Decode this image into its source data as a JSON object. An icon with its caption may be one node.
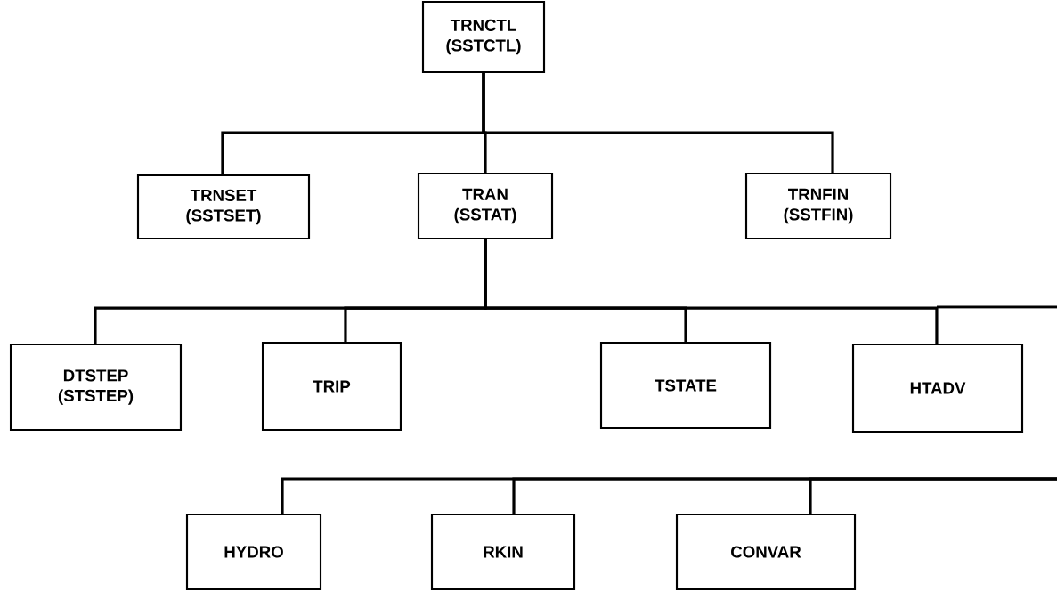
{
  "diagram": {
    "nodes": [
      {
        "text": [
          "TRNCTL",
          "(SSTCTL)"
        ]
      },
      {
        "text": [
          "TRNSET",
          "(SSTSET)"
        ]
      },
      {
        "text": [
          "TRAN",
          "(SSTAT)"
        ]
      },
      {
        "text": [
          "TRNFIN",
          "(SSTFIN)"
        ]
      },
      {
        "text": [
          "DTSTEP",
          "(STSTEP)"
        ]
      },
      {
        "text": [
          "TRIP"
        ]
      },
      {
        "text": [
          "TSTATE"
        ]
      },
      {
        "text": [
          "HTADV"
        ]
      },
      {
        "text": [
          "HYDRO"
        ]
      },
      {
        "text": [
          "RKIN"
        ]
      },
      {
        "text": [
          "CONVAR"
        ]
      }
    ],
    "edges": [
      {
        "from": 0,
        "to": 1,
        "arrow": "none"
      },
      {
        "from": 0,
        "to": 2,
        "arrow": "none"
      },
      {
        "from": 0,
        "to": 3,
        "arrow": "none"
      },
      {
        "from": 2,
        "to": 4,
        "arrow": "none"
      },
      {
        "from": 2,
        "to": 5,
        "arrow": "none"
      },
      {
        "from": 2,
        "to": 6,
        "arrow": "none"
      },
      {
        "from": 2,
        "to": 7,
        "arrow": "none"
      },
      {
        "from": null,
        "to": 8,
        "arrow": "none"
      },
      {
        "from": null,
        "to": 9,
        "arrow": "none"
      },
      {
        "from": null,
        "to": 10,
        "arrow": "none"
      }
    ]
  }
}
